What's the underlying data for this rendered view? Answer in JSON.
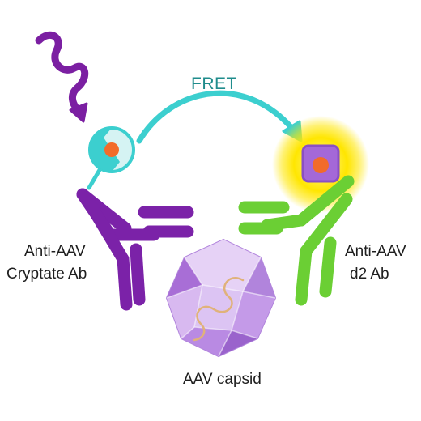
{
  "labels": {
    "fret": "FRET",
    "left_ab_line1": "Anti-AAV",
    "left_ab_line2": "Cryptate Ab",
    "right_ab_line1": "Anti-AAV",
    "right_ab_line2": "d2 Ab",
    "capsid": "AAV capsid"
  },
  "colors": {
    "excitation_purple": "#7b1fa2",
    "cryptate_ab_purple": "#7b22a8",
    "d2_ab_green": "#6bcf34",
    "teal": "#3ccfcf",
    "orange_dot": "#f26b2a",
    "glow_yellow": "#ffe600",
    "acceptor_purple": "#a468d8",
    "capsid_light": "#d8b9f0",
    "capsid_dark": "#9a63cc",
    "genome_tan": "#e0b27a"
  },
  "icons": {
    "excitation": "wavy-arrow-icon",
    "donor": "cryptate-donor-icon",
    "acceptor": "d2-acceptor-icon",
    "capsid": "icosahedron-capsid-icon"
  }
}
